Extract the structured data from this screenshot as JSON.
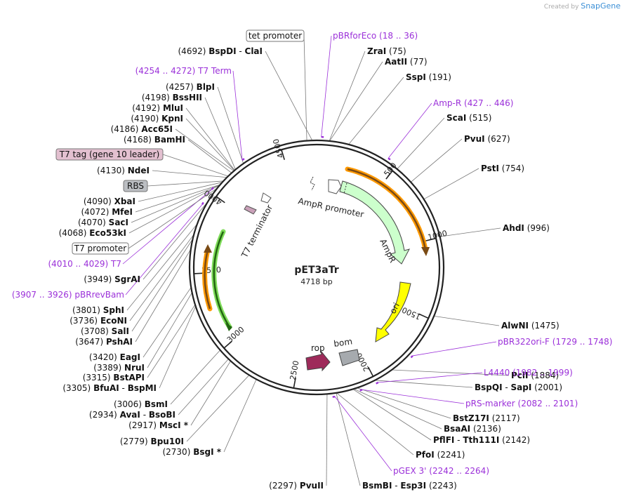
{
  "credit": {
    "prefix": "Created by",
    "brand": "SnapGene"
  },
  "plasmid": {
    "name": "pET3aTr",
    "length_label": "4718 bp",
    "length": 4718
  },
  "ticks": [
    "500",
    "1000",
    "1500",
    "2000",
    "2500",
    "3000",
    "3500",
    "4000",
    "4500"
  ],
  "features": [
    {
      "label": "AmpR promoter",
      "kind": "promoter"
    },
    {
      "label": "AmpR",
      "kind": "cds"
    },
    {
      "label": "ori",
      "kind": "rep_origin"
    },
    {
      "label": "rop",
      "kind": "cds"
    },
    {
      "label": "bom",
      "kind": "misc"
    },
    {
      "label": "T7 terminator",
      "kind": "terminator"
    }
  ],
  "boxed_labels": [
    {
      "text": "tet promoter",
      "style": "white"
    },
    {
      "text": "T7 tag (gene 10 leader)",
      "style": "pink"
    },
    {
      "text": "RBS",
      "style": "gray"
    },
    {
      "text": "T7 promoter",
      "style": "white"
    }
  ],
  "right_enzymes": [
    {
      "name": "ZraI",
      "pos": "(75)"
    },
    {
      "name": "AatII",
      "pos": "(77)"
    },
    {
      "name": "SspI",
      "pos": "(191)"
    },
    {
      "name": "ScaI",
      "pos": "(515)"
    },
    {
      "name": "PvuI",
      "pos": "(627)"
    },
    {
      "name": "PstI",
      "pos": "(754)"
    },
    {
      "name": "AhdI",
      "pos": "(996)"
    },
    {
      "name": "AlwNI",
      "pos": "(1475)"
    },
    {
      "name": "PciI",
      "pos": "(1884)"
    },
    {
      "name": "BspQI",
      "suffix": "SapI",
      "pos": "(2001)"
    },
    {
      "name": "BstZ17I",
      "pos": "(2117)"
    },
    {
      "name": "BsaAI",
      "pos": "(2136)"
    },
    {
      "name": "PflFI",
      "suffix": "Tth111I",
      "pos": "(2142)"
    },
    {
      "name": "PfoI",
      "pos": "(2241)"
    },
    {
      "name": "BsmBI",
      "suffix": "Esp3I",
      "pos": "(2243)"
    }
  ],
  "left_enzymes": [
    {
      "pos": "(4692)",
      "name": "BspDI",
      "suffix": "ClaI"
    },
    {
      "pos": "(4257)",
      "name": "BlpI"
    },
    {
      "pos": "(4198)",
      "name": "BssHII"
    },
    {
      "pos": "(4192)",
      "name": "MluI"
    },
    {
      "pos": "(4190)",
      "name": "KpnI"
    },
    {
      "pos": "(4186)",
      "name": "Acc65I"
    },
    {
      "pos": "(4168)",
      "name": "BamHI"
    },
    {
      "pos": "(4130)",
      "name": "NdeI"
    },
    {
      "pos": "(4090)",
      "name": "XbaI"
    },
    {
      "pos": "(4072)",
      "name": "MfeI"
    },
    {
      "pos": "(4070)",
      "name": "SacI"
    },
    {
      "pos": "(4068)",
      "name": "Eco53kI"
    },
    {
      "pos": "(3949)",
      "name": "SgrAI"
    },
    {
      "pos": "(3801)",
      "name": "SphI"
    },
    {
      "pos": "(3736)",
      "name": "EcoNI"
    },
    {
      "pos": "(3708)",
      "name": "SalI"
    },
    {
      "pos": "(3647)",
      "name": "PshAI"
    },
    {
      "pos": "(3420)",
      "name": "EagI"
    },
    {
      "pos": "(3389)",
      "name": "NruI"
    },
    {
      "pos": "(3315)",
      "name": "BstAPI"
    },
    {
      "pos": "(3305)",
      "name": "BfuAI",
      "suffix": "BspMI"
    },
    {
      "pos": "(3006)",
      "name": "BsmI"
    },
    {
      "pos": "(2934)",
      "name": "AvaI",
      "suffix": "BsoBI"
    },
    {
      "pos": "(2917)",
      "name": "MscI",
      "mark": "*"
    },
    {
      "pos": "(2779)",
      "name": "Bpu10I"
    },
    {
      "pos": "(2730)",
      "name": "BsgI",
      "mark": "*"
    },
    {
      "pos": "(2297)",
      "name": "PvuII"
    }
  ],
  "primers": [
    {
      "name": "pBRforEco",
      "range": "(18 .. 36)"
    },
    {
      "name": "Amp-R",
      "range": "(427 .. 446)"
    },
    {
      "name": "pBR322ori-F",
      "range": "(1729 .. 1748)"
    },
    {
      "name": "L4440",
      "range": "(1982 .. 1999)"
    },
    {
      "name": "pRS-marker",
      "range": "(2082 .. 2101)"
    },
    {
      "name": "pGEX 3'",
      "range": "(2242 .. 2264)"
    },
    {
      "name": "T7 Term",
      "range": "(4254 .. 4272)"
    },
    {
      "name": "T7",
      "range": "(4010 .. 4029)"
    },
    {
      "name": "pBRrevBam",
      "range": "(3907 .. 3926)"
    }
  ],
  "colors": {
    "primer": "#9b30d9",
    "backbone": "#222222",
    "ampr_fill": "#ccffcc",
    "ori_fill": "#ffff00",
    "rop_fill": "#9e2a5a",
    "bom_fill": "#a6aaae",
    "orange_outline": "#ff9900",
    "green_outline": "#338811"
  }
}
